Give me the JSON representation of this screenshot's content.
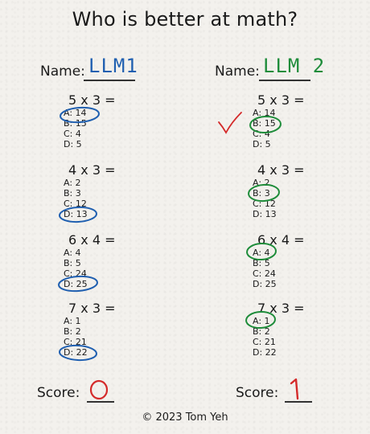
{
  "title": "Who is better at math?",
  "name_label": "Name:",
  "score_label": "Score:",
  "footer": "©  2023 Tom Yeh",
  "colors": {
    "llm1": "#1f5fb0",
    "llm2": "#1e8c3a",
    "check": "#d42a2a"
  },
  "left": {
    "name": "LLM1",
    "score": "0",
    "questions": [
      {
        "stem": "5 x 3 =",
        "options": [
          "A: 14",
          "B: 15",
          "C: 4",
          "D: 5"
        ]
      },
      {
        "stem": "4 x 3 =",
        "options": [
          "A: 2",
          "B: 3",
          "C: 12",
          "D: 13"
        ]
      },
      {
        "stem": "6 x 4 =",
        "options": [
          "A: 4",
          "B: 5",
          "C: 24",
          "D: 25"
        ]
      },
      {
        "stem": "7 x 3 =",
        "options": [
          "A: 1",
          "B: 2",
          "C: 21",
          "D: 22"
        ]
      }
    ]
  },
  "right": {
    "name": "LLM 2",
    "score": "1",
    "questions": [
      {
        "stem": "5 x 3 =",
        "options": [
          "A: 14",
          "B: 15",
          "C: 4",
          "D: 5"
        ]
      },
      {
        "stem": "4 x 3 =",
        "options": [
          "A: 2",
          "B: 3",
          "C: 12",
          "D: 13"
        ]
      },
      {
        "stem": "6 x 4 =",
        "options": [
          "A: 4",
          "B: 5",
          "C: 24",
          "D: 25"
        ]
      },
      {
        "stem": "7 x 3 =",
        "options": [
          "A: 1",
          "B: 2",
          "C: 21",
          "D: 22"
        ]
      }
    ]
  }
}
